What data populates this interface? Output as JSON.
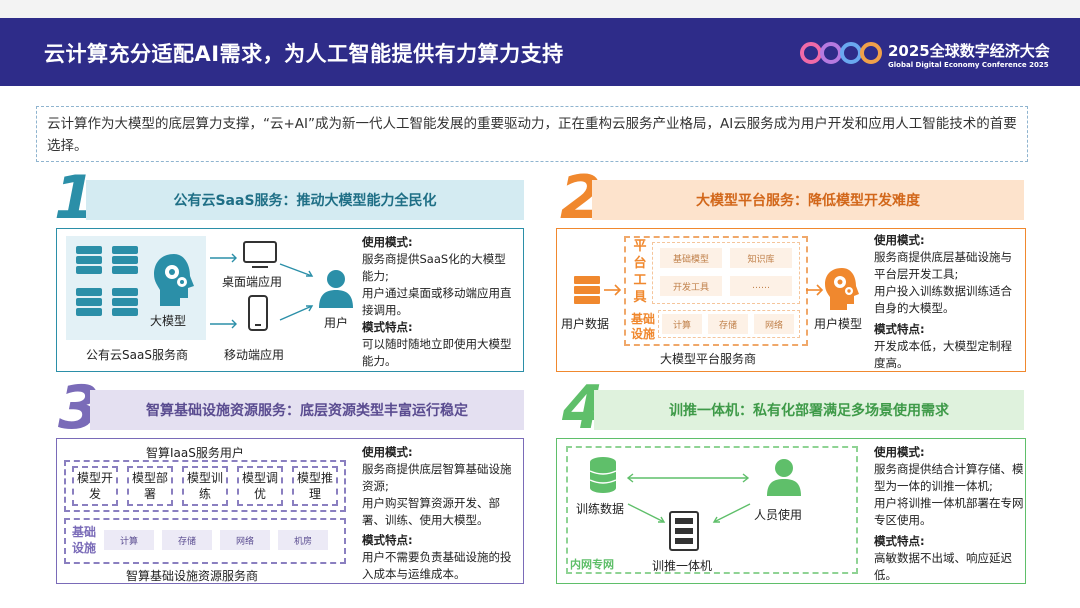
{
  "header": {
    "title": "云计算充分适配AI需求，为人工智能提供有力算力支持",
    "logo_text": "2025全球数字经济大会",
    "logo_sub": "Global Digital Economy Conference 2025"
  },
  "intro": "云计算作为大模型的底层算力支撑，“云+AI”成为新一代人工智能发展的重要驱动力，正在重构云服务产业格局，AI云服务成为用户开发和应用人工智能技术的首要选择。",
  "s1": {
    "num": "1",
    "title": "公有云SaaS服务：推动大模型能力全民化",
    "model": "大模型",
    "provider": "公有云SaaS服务商",
    "desktop": "桌面端应用",
    "mobile": "移动端应用",
    "user": "用户",
    "h1": "使用模式:",
    "p1": "服务商提供SaaS化的大模型能力;",
    "p2": "用户通过桌面或移动端应用直接调用。",
    "h2": "模式特点:",
    "p3": "可以随时随地立即使用大模型能力。"
  },
  "s2": {
    "num": "2",
    "title": "大模型平台服务：降低模型开发难度",
    "user_data": "用户数据",
    "platform_tools": "平台工具",
    "infra": "基础设施",
    "chips_top": [
      "基础模型",
      "知识库",
      "开发工具",
      "……"
    ],
    "chips_bottom": [
      "计算",
      "存储",
      "网络"
    ],
    "provider": "大模型平台服务商",
    "user_model": "用户模型",
    "h1": "使用模式:",
    "p1": "服务商提供底层基础设施与平台层开发工具;",
    "p2": "用户投入训练数据训练适合自身的大模型。",
    "h2": "模式特点:",
    "p3": "开发成本低，大模型定制程度高。"
  },
  "s3": {
    "num": "3",
    "title": "智算基础设施资源服务：底层资源类型丰富运行稳定",
    "user_label": "智算IaaS服务用户",
    "boxes": [
      "模型开发",
      "模型部署",
      "模型训练",
      "模型调优",
      "模型推理"
    ],
    "infra": "基础设施",
    "chips": [
      "计算",
      "存储",
      "网络",
      "机房"
    ],
    "provider": "智算基础设施资源服务商",
    "h1": "使用模式:",
    "p1": "服务商提供底层智算基础设施资源;",
    "p2": "用户购买智算资源开发、部署、训练、使用大模型。",
    "h2": "模式特点:",
    "p3": "用户不需要负责基础设施的投入成本与运维成本。"
  },
  "s4": {
    "num": "4",
    "title": "训推一体机：私有化部署满足多场景使用需求",
    "train_data": "训练数据",
    "staff": "人员使用",
    "machine": "训推一体机",
    "intranet": "内网专网",
    "h1": "使用模式:",
    "p1": "服务商提供结合计算存储、模型为一体的训推一体机;",
    "p2": "用户将训推一体机部署在专网专区使用。",
    "h2": "模式特点:",
    "p3": "高敏数据不出域、响应延迟低。"
  },
  "colors": {
    "s1": "#2b8fa8",
    "s2": "#f0882e",
    "s3": "#7a6bb8",
    "s4": "#5fbf6a",
    "header": "#2e2c89"
  }
}
